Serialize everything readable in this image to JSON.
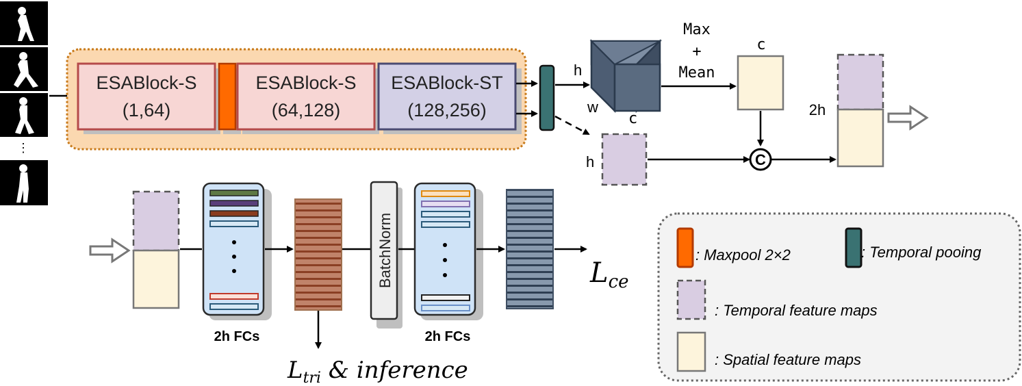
{
  "backbone": {
    "blocks": [
      {
        "name": "ESABlock-S",
        "channels": "(1,64)"
      },
      {
        "name": "ESABlock-S",
        "channels": "(64,128)"
      },
      {
        "name": "ESABlock-ST",
        "channels": "(128,256)"
      }
    ]
  },
  "labels": {
    "h_cube": "h",
    "w_cube": "w",
    "c_cube": "c",
    "pool_line1": "Max",
    "pool_line2": "+",
    "pool_line3": "Mean",
    "c_spatial": "c",
    "h_temporal": "h",
    "concat_symbol": "C",
    "two_h": "2h"
  },
  "head": {
    "fc1_label": "2h FCs",
    "fc2_label": "2h FCs",
    "batchnorm_label": "BatchNorm",
    "loss_ce_main": "L",
    "loss_ce_sub": "ce",
    "loss_tri_main": "L",
    "loss_tri_sub": "tri",
    "loss_tri_rest": " & inference",
    "dots": "⋮"
  },
  "legend": {
    "maxpool": ": Maxpool 2×2",
    "temporal_pooling": ": Temporal pooing",
    "temporal_maps": ": Temporal feature maps",
    "spatial_maps": ": Spatial feature maps"
  },
  "colors": {
    "block_s_fill": "#f7d6d4",
    "block_s_stroke": "#b54a4a",
    "block_st_fill": "#d3d0e6",
    "block_st_stroke": "#4a4a72",
    "maxpool_fill": "#ff6a00",
    "temporal_pool_fill": "#3a7272",
    "backbone_bg": "#fbd8b0",
    "backbone_stroke": "#c87a1a",
    "temporal_map_fill": "#d9cde2",
    "spatial_map_fill": "#fdf4dc",
    "cube_fill": "#5a6b80",
    "fc_panel_fill": "#cfe3f7",
    "legend_bg": "#f3f3f3"
  }
}
